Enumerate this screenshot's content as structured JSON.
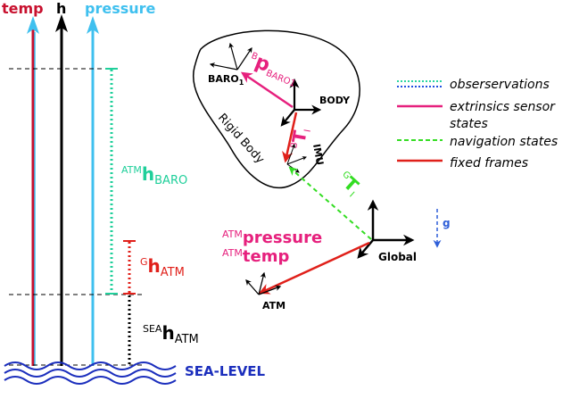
{
  "left_axes": {
    "temp_label": "temp",
    "h_label": "h",
    "pressure_label": "pressure",
    "atm_h_baro": {
      "sup": "ATM",
      "main": "h",
      "sub": "BARO"
    },
    "g_h_atm": {
      "sup": "G",
      "main": "h",
      "sub": "ATM"
    },
    "sea_h_atm": {
      "sup": "SEA",
      "main": "h",
      "sub": "ATM"
    },
    "sea_level_label": "SEA-LEVEL"
  },
  "rigid_body": {
    "label": "Rigid Body",
    "baro_label": "BARO",
    "baro_sub": "1",
    "body_label": "BODY",
    "imu_label": "IMU",
    "p_baro": {
      "sup": "B",
      "main": "p",
      "sub": "BARO1"
    },
    "t_imu": {
      "sup": "B",
      "main": "T",
      "sub": "I"
    }
  },
  "global": {
    "t_global": {
      "sup": "G",
      "main": "T",
      "sub": "I"
    },
    "global_label": "Global",
    "atm_label": "ATM",
    "g_label": "g",
    "atm_pressure": {
      "sup": "ATM",
      "main": "pressure"
    },
    "atm_temp": {
      "sup": "ATM",
      "main": "temp"
    }
  },
  "legend": {
    "items": [
      {
        "label": "obserservations",
        "style": "dotted-double"
      },
      {
        "label": "extrinsics sensor",
        "style": "solid-magenta"
      },
      {
        "label": "states",
        "style": "none"
      },
      {
        "label": "navigation states",
        "style": "dashed-green"
      },
      {
        "label": "fixed frames",
        "style": "solid-red"
      }
    ]
  },
  "colors": {
    "temp": "#c8102e",
    "h": "#000000",
    "pressure": "#3fc0ef",
    "obs_green": "#28d6a0",
    "obs_blue": "#1f4fe0",
    "magenta": "#e6207d",
    "nav_green": "#33dd22",
    "fixed_red": "#e0201a",
    "sea_blue": "#1c2fbd",
    "atm_baro": "#1fcf9a",
    "g_h_atm": "#e0201a",
    "g_arrow": "#2f5fd8"
  }
}
